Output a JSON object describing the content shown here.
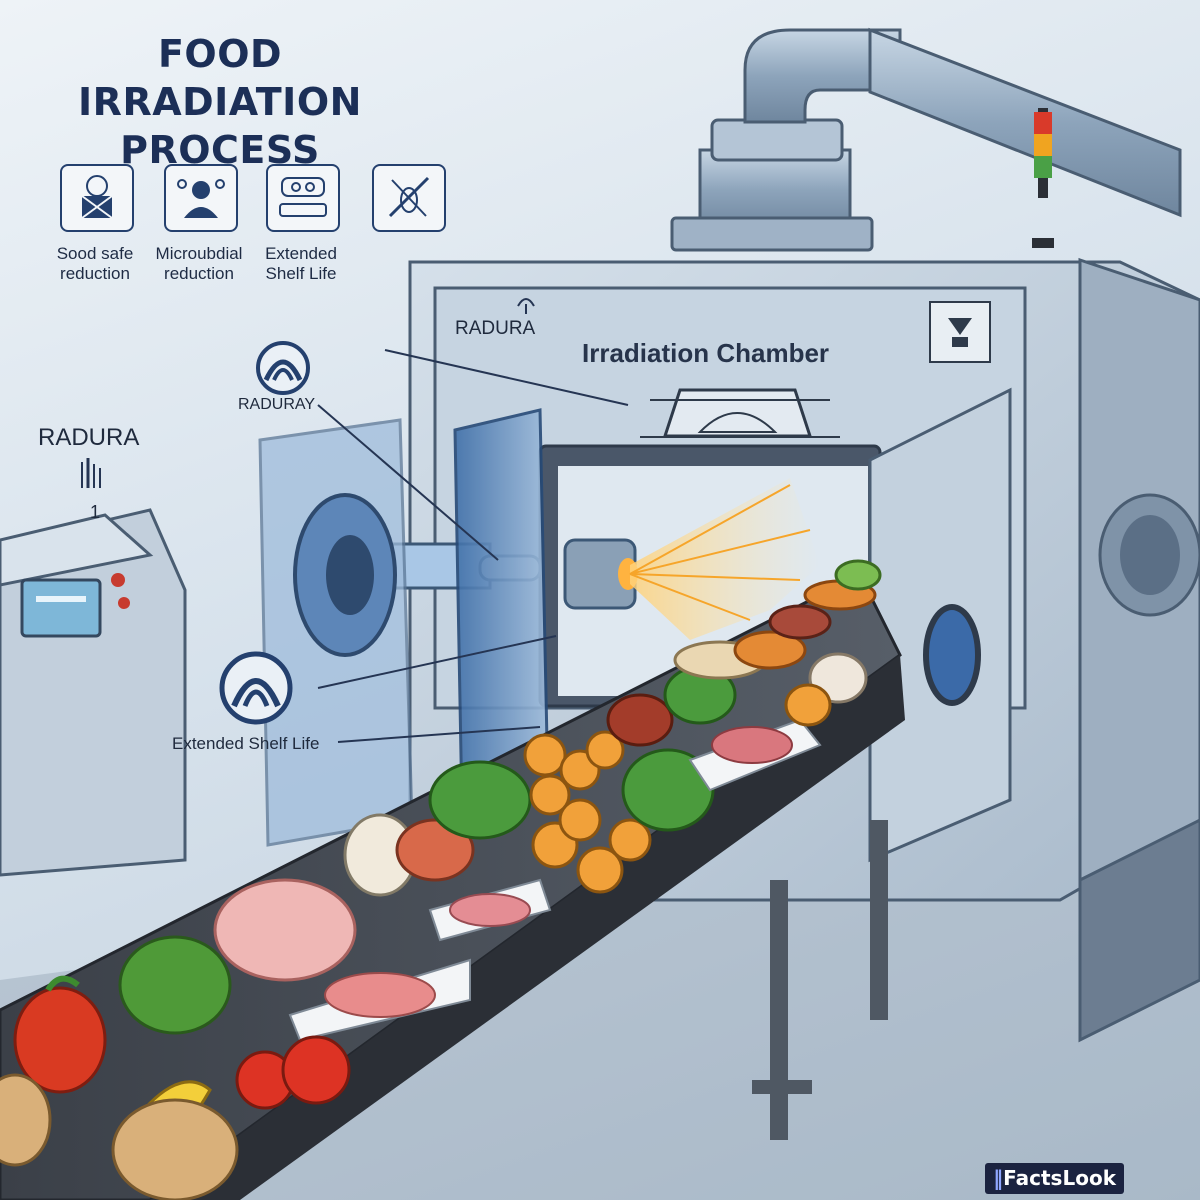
{
  "title": {
    "line1": "FOOD IRRADIATION",
    "line2": "PROCESS"
  },
  "benefits": [
    {
      "icon": "food-safety-icon",
      "line1": "Sood safe",
      "line2": "reduction"
    },
    {
      "icon": "microbe-reduction-icon",
      "line1": "Microubdial",
      "line2": "reduction"
    },
    {
      "icon": "shelf-life-icon",
      "line1": "Extended",
      "line2": "Shelf Life"
    },
    {
      "icon": "no-pests-icon",
      "line1": "",
      "line2": ""
    }
  ],
  "left_labels": {
    "radura": "RADURA",
    "radura_mark": "1",
    "raduray": "RADURAY",
    "extended_shelf_life": "Extended Shelf Life"
  },
  "chamber": {
    "label": "Irradiation Chamber",
    "radura": "RADURA"
  },
  "watermark": "FactsLook",
  "colors": {
    "title": "#1c2f57",
    "accent_blue": "#24406e",
    "machine": "#b8c7d6",
    "beam": "#f6b23b",
    "belt": "#3a3f47"
  }
}
